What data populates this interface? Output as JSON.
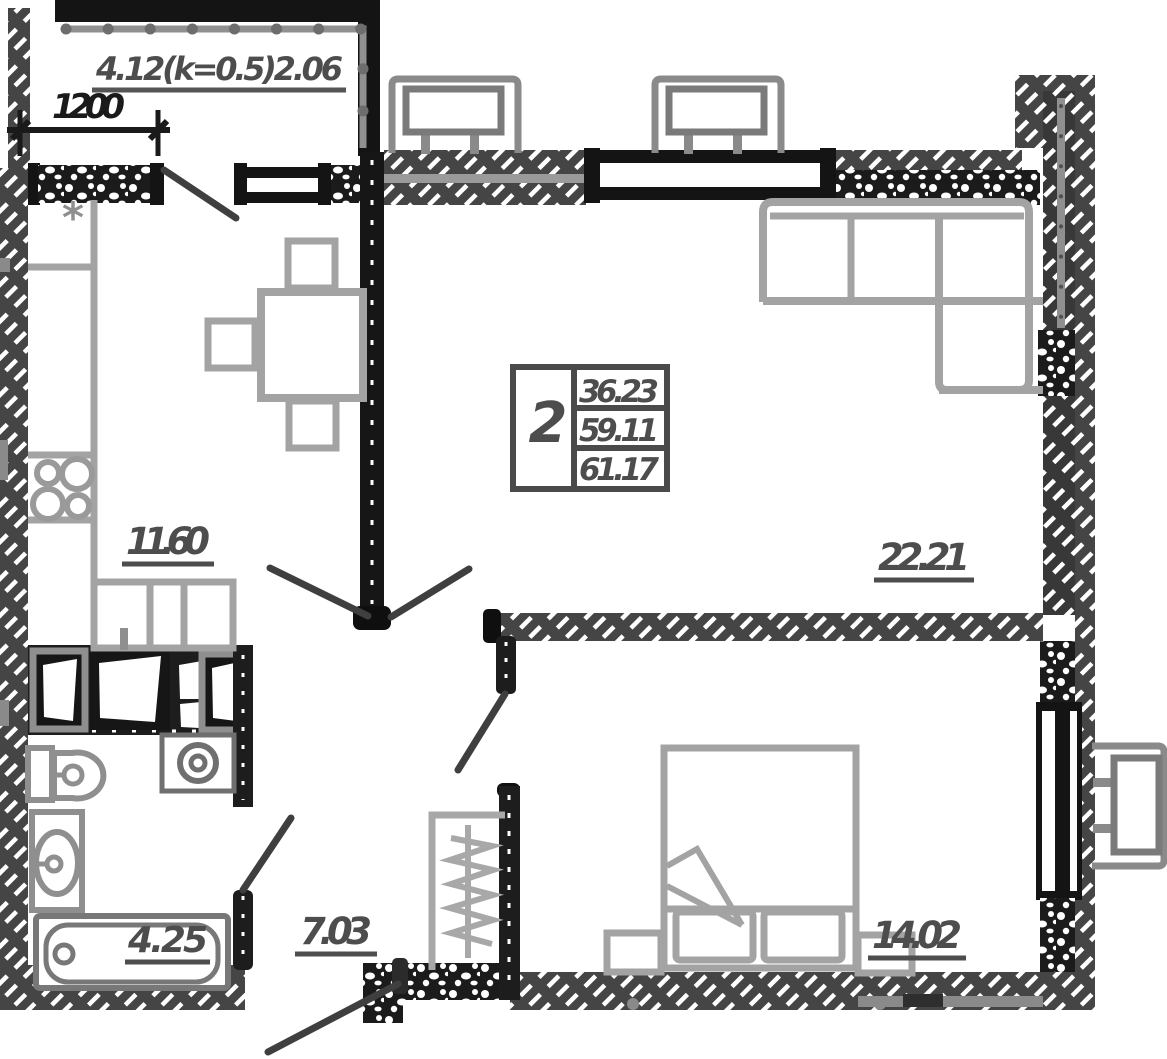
{
  "drawing": {
    "balcony": {
      "area_label": "4.12(k=0.5)2.06",
      "dimension": "1200"
    },
    "apartment_stamp": {
      "room_count": "2",
      "areas": [
        "36.23",
        "59.11",
        "61.17"
      ]
    },
    "rooms": {
      "kitchen": {
        "area": "11.60"
      },
      "living_room": {
        "area": "22.21"
      },
      "hallway": {
        "area": "7.03"
      },
      "bedroom": {
        "area": "14.02"
      },
      "bathroom": {
        "area": "4.25"
      }
    },
    "symbols": {
      "gas": "*"
    },
    "colors": {
      "wall_hatch": "#454545",
      "wall_black": "#141414",
      "speckle_wall": "#1b1b1b",
      "furniture": "#a3a3a3",
      "fixture": "#8f8f8f",
      "label": "#4d4d4d",
      "dimension": "#1a1a1a"
    }
  }
}
